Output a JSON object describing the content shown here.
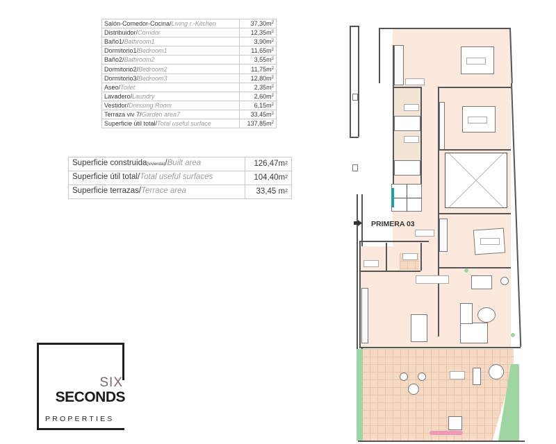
{
  "room_table": {
    "rows": [
      {
        "es": "Salón-Comedor-Cocina/",
        "en": "Living r.-Kitchen",
        "value": "37,30m",
        "unit_sup": "2"
      },
      {
        "es": "Distribuidor/",
        "en": "Corridor",
        "value": "12,35m",
        "unit_sup": "2"
      },
      {
        "es": "Baño1/",
        "en": "Bathroom1",
        "value": "3,90m",
        "unit_sup": "2"
      },
      {
        "es": "Dormitorio1/",
        "en": "Bedroom1",
        "value": "11,65m",
        "unit_sup": "2"
      },
      {
        "es": "Baño2/",
        "en": "Bathroom2",
        "value": "3,55m",
        "unit_sup": "2"
      },
      {
        "es": "Dormitorio2/",
        "en": "Bedroom2",
        "value": "11,75m",
        "unit_sup": "2"
      },
      {
        "es": "Dormitorio3/",
        "en": "Bedroom3",
        "value": "12,80m",
        "unit_sup": "2"
      },
      {
        "es": "Aseo/",
        "en": "Toilet",
        "value": "2,35m",
        "unit_sup": "2"
      },
      {
        "es": "Lavadero/",
        "en": "Laundry",
        "value": "2,60m",
        "unit_sup": "2"
      },
      {
        "es": "Vestidor/",
        "en": "Dressing Room",
        "value": "6,15m",
        "unit_sup": "2"
      },
      {
        "es": "Terraza viv 7/",
        "en": "Garden area7",
        "value": "33,45m",
        "unit_sup": "2"
      },
      {
        "es": "Superficie útil total/",
        "en": "Total useful surface",
        "value": "137,85m",
        "unit_sup": "2"
      }
    ]
  },
  "area_table": {
    "rows": [
      {
        "es": "Superficie construida",
        "es_small": "(vivienda)",
        "es_slash": "/",
        "en": "Built area",
        "value": "126,47m",
        "unit_sup": "2"
      },
      {
        "es": "Superficie útil total/",
        "es_small": "",
        "es_slash": "",
        "en": "Total useful surfaces",
        "value": "104,40m",
        "unit_sup": "2"
      },
      {
        "es": "Superficie terrazas/",
        "es_small": "",
        "es_slash": "",
        "en": "Terrace area",
        "value": "33,45 m",
        "unit_sup": "2"
      }
    ]
  },
  "logo": {
    "line1": "SIX",
    "line2": "SECONDS",
    "line3": "PROPERTIES"
  },
  "plan": {
    "unit_label": "PRIMERA 03"
  },
  "colors": {
    "floor": "#fbe9dd",
    "terrace": "#f6d9c3",
    "wall": "#555555",
    "logo_accent": "#7a6a62"
  }
}
